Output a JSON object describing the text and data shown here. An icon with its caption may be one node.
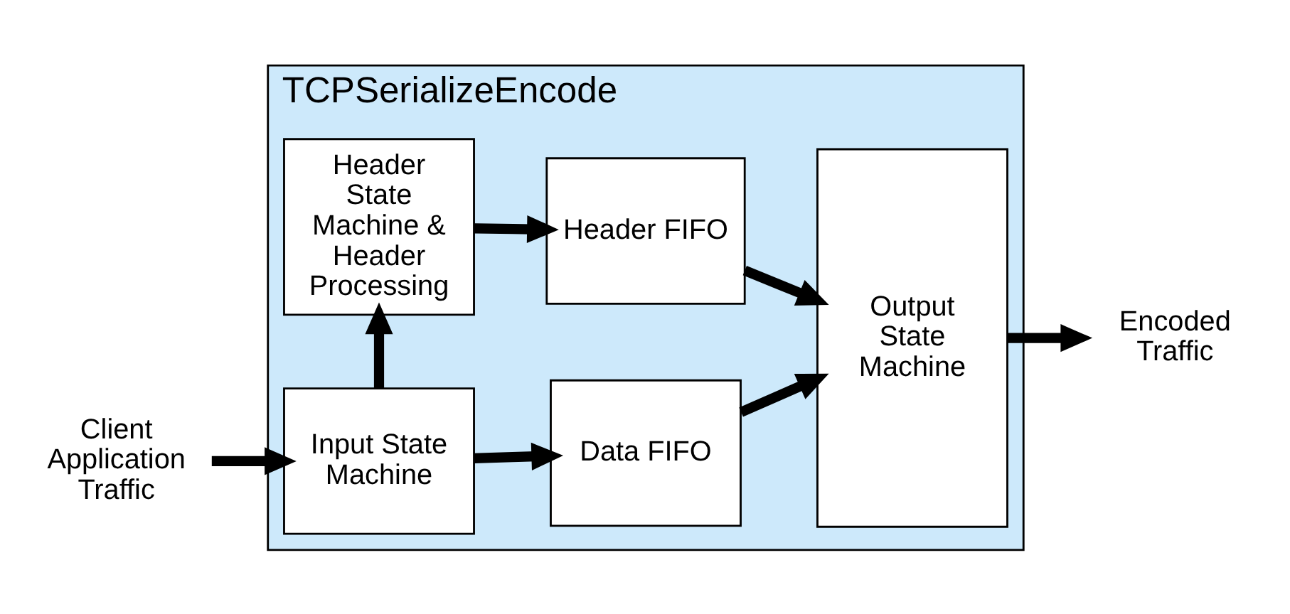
{
  "diagram": {
    "nodes": [
      {
        "text": [
          "TCPSerializeEncode"
        ]
      },
      {
        "text": [
          "Input State Machine"
        ],
        "in": 0
      },
      {
        "text": [
          "Data FIFO"
        ],
        "in": 0
      },
      {
        "text": [
          "Header State Machine & Header Processing"
        ],
        "in": 0
      },
      {
        "text": [
          "Header FIFO"
        ],
        "in": 0
      },
      {
        "text": [
          "Output State Machine"
        ],
        "in": 0
      },
      {
        "text": [
          "Client Application Traffic"
        ]
      },
      {
        "text": [
          "Encoded Traffic"
        ]
      }
    ],
    "edges": [
      {
        "from": 6,
        "to": 1,
        "arrow": "to"
      },
      {
        "from": 1,
        "to": 2,
        "arrow": "to"
      },
      {
        "from": 2,
        "to": 5,
        "arrow": "to"
      },
      {
        "from": 1,
        "to": 3,
        "arrow": "to"
      },
      {
        "from": 3,
        "to": 4,
        "arrow": "to"
      },
      {
        "from": 4,
        "to": 5,
        "arrow": "to"
      },
      {
        "from": 5,
        "to": 7,
        "arrow": "to"
      }
    ]
  }
}
